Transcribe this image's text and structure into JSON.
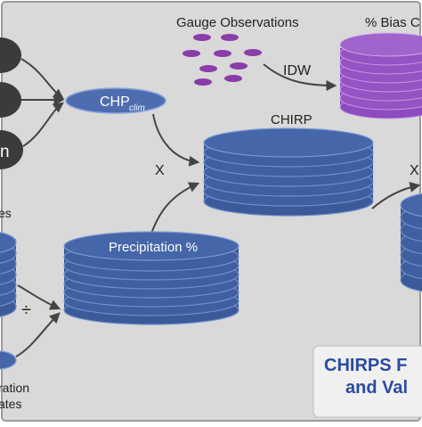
{
  "labels": {
    "gauge_observations": "Gauge Observations",
    "pct_bias": "% Bias C",
    "idw": "IDW",
    "chp_clim_main": "CHP",
    "chp_clim_sub": "clim",
    "chirp": "CHIRP",
    "multiply_1": "X",
    "multiply_2": "X",
    "precipitation_pct": "Precipitation %",
    "divide": "÷",
    "left_partial_top": "es",
    "left_partial_n": "n",
    "left_partial_bottom_1": "ration",
    "left_partial_bottom_2": "ates",
    "title_line_1": "CHIRPS F",
    "title_line_2": "and Val"
  },
  "colors": {
    "background": "#d9d9d9",
    "dark_node": "#3b3b3b",
    "blue_disk": "#3c5a9a",
    "blue_edge": "#6f8fcb",
    "purple_dot": "#8a3ca8",
    "purple_disk": "#9b59c4",
    "title": "#2b4aa0",
    "text": "#222222",
    "arrow": "#444444"
  }
}
